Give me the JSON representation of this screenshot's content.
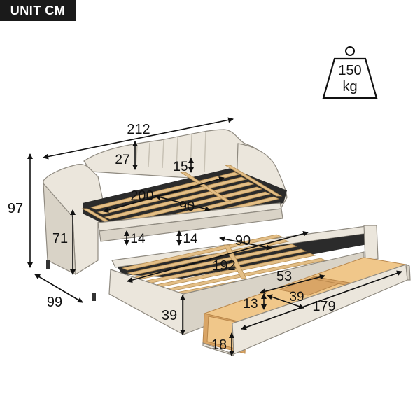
{
  "unit_label": "UNIT CM",
  "weight": {
    "value": "150",
    "unit": "kg"
  },
  "dimensions": {
    "overall_length": "212",
    "overall_height": "97",
    "overall_depth": "99",
    "backrest_height": "27",
    "slat_gap_top": "15",
    "mattress_length": "200",
    "mattress_width": "90",
    "arm_height": "71",
    "main_clearance": "14",
    "trundle_clearance": "14",
    "trundle_width": "90",
    "trundle_length": "192",
    "trundle_height": "39",
    "drawer_section_width": "53",
    "drawer_section_depth": "39",
    "drawer_inner_height": "13",
    "drawer_length": "179",
    "drawer_height": "18"
  }
}
